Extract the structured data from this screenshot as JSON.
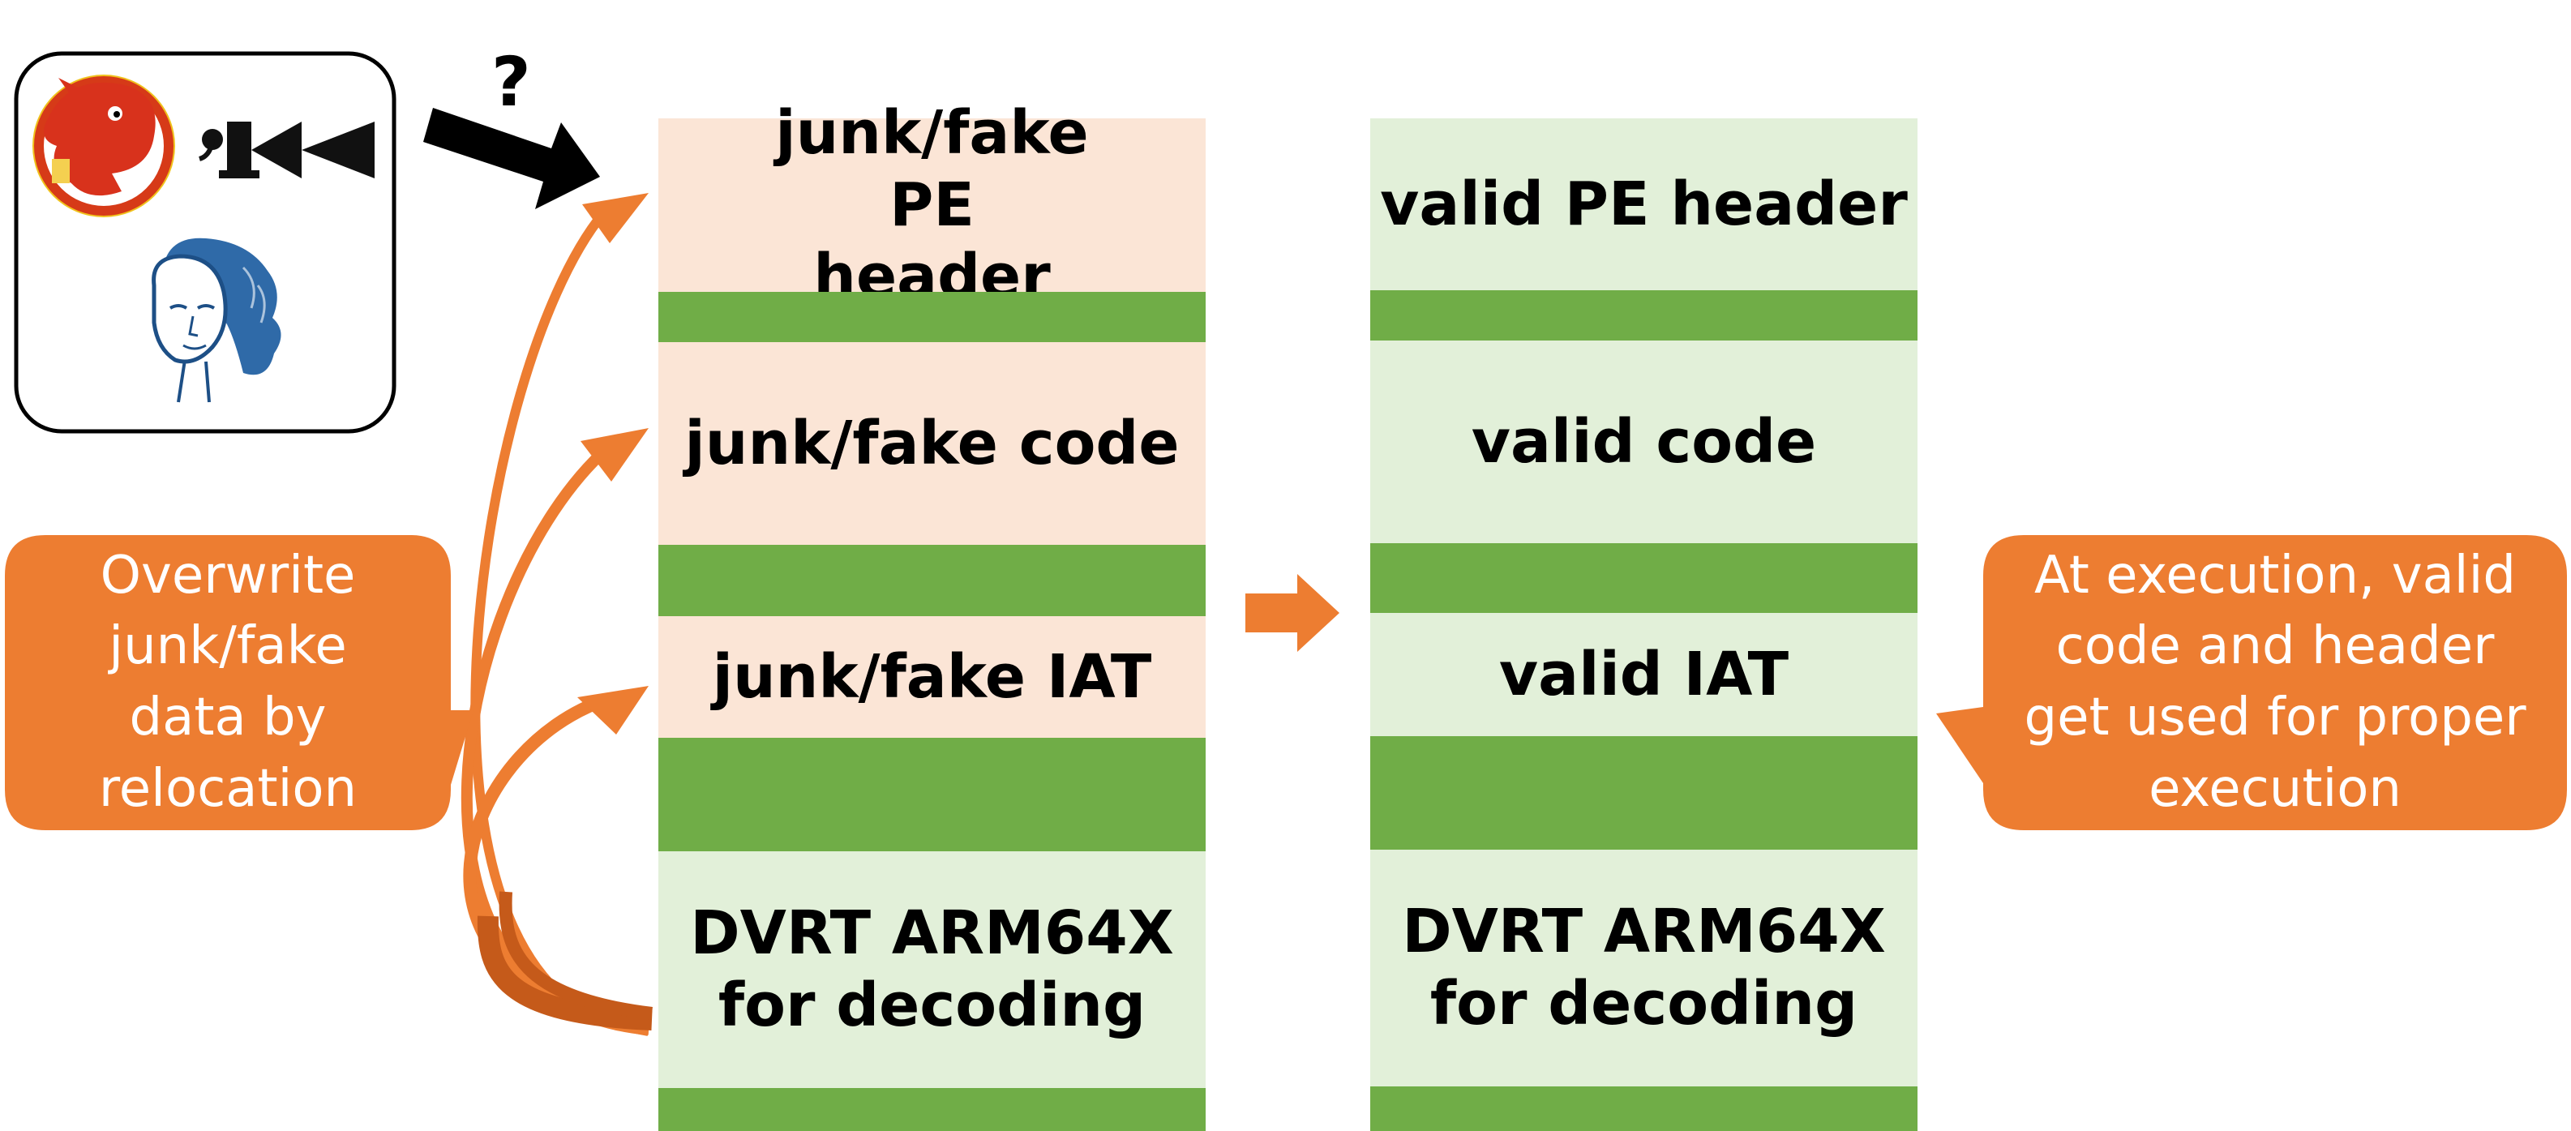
{
  "colors": {
    "pink": "#fbe5d6",
    "light_green": "#e2f0d9",
    "green": "#70ad47",
    "orange": "#ed7d31",
    "dark_orange": "#c55a1a",
    "black": "#000000"
  },
  "question_mark": "?",
  "left_column": {
    "pe_header": "junk/fake PE header",
    "code": "junk/fake code",
    "iat": "junk/fake IAT",
    "dvrt": "DVRT ARM64X for decoding"
  },
  "right_column": {
    "pe_header": "valid PE header",
    "code": "valid code",
    "iat": "valid IAT",
    "dvrt": "DVRT ARM64X for decoding"
  },
  "callouts": {
    "left": "Overwrite junk/fake data by relocation",
    "right": "At execution, valid code and header get used for proper execution"
  },
  "tool_icons": [
    "ida-dragon-icon",
    "binary-ninja-icon",
    "woman-portrait-icon"
  ]
}
